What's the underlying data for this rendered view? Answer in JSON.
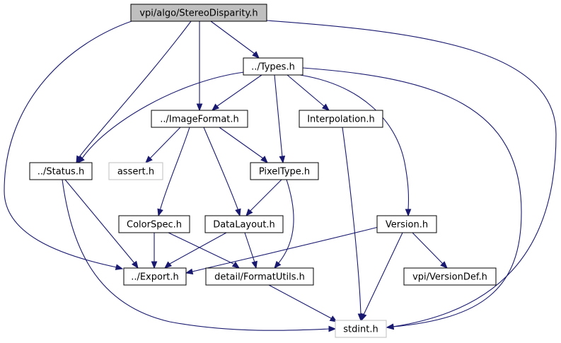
{
  "graph": {
    "colors": {
      "edge": "#191970",
      "node_border": "#000000",
      "root_fill": "#bfbfbf",
      "system_border": "#bfbfbf",
      "node_fill": "#ffffff"
    },
    "nodes": [
      {
        "id": "stereo",
        "label": "vpi/algo/StereoDisparity.h",
        "kind": "root"
      },
      {
        "id": "types",
        "label": "../Types.h",
        "kind": "normal"
      },
      {
        "id": "imageformat",
        "label": "../ImageFormat.h",
        "kind": "normal"
      },
      {
        "id": "interpolation",
        "label": "Interpolation.h",
        "kind": "normal"
      },
      {
        "id": "status",
        "label": "../Status.h",
        "kind": "normal"
      },
      {
        "id": "assert",
        "label": "assert.h",
        "kind": "system"
      },
      {
        "id": "pixeltype",
        "label": "PixelType.h",
        "kind": "normal"
      },
      {
        "id": "colorspec",
        "label": "ColorSpec.h",
        "kind": "normal"
      },
      {
        "id": "datalayout",
        "label": "DataLayout.h",
        "kind": "normal"
      },
      {
        "id": "version",
        "label": "Version.h",
        "kind": "normal"
      },
      {
        "id": "export",
        "label": "../Export.h",
        "kind": "normal"
      },
      {
        "id": "formatutils",
        "label": "detail/FormatUtils.h",
        "kind": "normal"
      },
      {
        "id": "versiondef",
        "label": "vpi/VersionDef.h",
        "kind": "normal"
      },
      {
        "id": "stdint",
        "label": "stdint.h",
        "kind": "system"
      }
    ],
    "edges": [
      {
        "from": "stereo",
        "to": "types"
      },
      {
        "from": "stereo",
        "to": "imageformat"
      },
      {
        "from": "stereo",
        "to": "status"
      },
      {
        "from": "stereo",
        "to": "export"
      },
      {
        "from": "stereo",
        "to": "stdint"
      },
      {
        "from": "types",
        "to": "imageformat"
      },
      {
        "from": "types",
        "to": "status"
      },
      {
        "from": "types",
        "to": "interpolation"
      },
      {
        "from": "types",
        "to": "pixeltype"
      },
      {
        "from": "types",
        "to": "version"
      },
      {
        "from": "types",
        "to": "stdint"
      },
      {
        "from": "imageformat",
        "to": "assert"
      },
      {
        "from": "imageformat",
        "to": "pixeltype"
      },
      {
        "from": "imageformat",
        "to": "colorspec"
      },
      {
        "from": "imageformat",
        "to": "datalayout"
      },
      {
        "from": "interpolation",
        "to": "stdint"
      },
      {
        "from": "status",
        "to": "export"
      },
      {
        "from": "status",
        "to": "stdint"
      },
      {
        "from": "pixeltype",
        "to": "datalayout"
      },
      {
        "from": "pixeltype",
        "to": "formatutils"
      },
      {
        "from": "colorspec",
        "to": "export"
      },
      {
        "from": "colorspec",
        "to": "formatutils"
      },
      {
        "from": "datalayout",
        "to": "export"
      },
      {
        "from": "datalayout",
        "to": "formatutils"
      },
      {
        "from": "version",
        "to": "export"
      },
      {
        "from": "version",
        "to": "versiondef"
      },
      {
        "from": "version",
        "to": "stdint"
      },
      {
        "from": "formatutils",
        "to": "stdint"
      }
    ]
  }
}
